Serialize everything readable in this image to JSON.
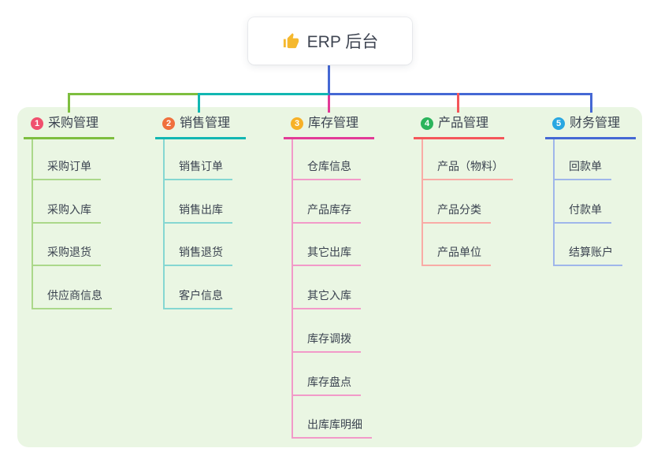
{
  "root": {
    "label": "ERP 后台",
    "icon": "thumbs-up",
    "icon_color": "#f5b82e"
  },
  "connector_colors": {
    "root_line": "#4568d4",
    "panel_background": "#eaf6e3"
  },
  "branches": [
    {
      "num": "1",
      "title": "采购管理",
      "badge_color": "#f0506e",
      "line_color": "#7ebe3f",
      "child_line_color": "#abd88a",
      "children": [
        "采购订单",
        "采购入库",
        "采购退货",
        "供应商信息"
      ]
    },
    {
      "num": "2",
      "title": "销售管理",
      "badge_color": "#f0703d",
      "line_color": "#12b7b2",
      "child_line_color": "#85d7d2",
      "children": [
        "销售订单",
        "销售出库",
        "销售退货",
        "客户信息"
      ]
    },
    {
      "num": "3",
      "title": "库存管理",
      "badge_color": "#f7b127",
      "line_color": "#e23a97",
      "child_line_color": "#f29ac9",
      "children": [
        "仓库信息",
        "产品库存",
        "其它出库",
        "其它入库",
        "库存调拨",
        "库存盘点",
        "出库库明细"
      ]
    },
    {
      "num": "4",
      "title": "产品管理",
      "badge_color": "#2bb45c",
      "line_color": "#f4565a",
      "child_line_color": "#f9aba6",
      "children": [
        "产品（物料）",
        "产品分类",
        "产品单位"
      ]
    },
    {
      "num": "5",
      "title": "财务管理",
      "badge_color": "#29a7e1",
      "line_color": "#4568d4",
      "child_line_color": "#9fb6ea",
      "children": [
        "回款单",
        "付款单",
        "结算账户"
      ]
    }
  ]
}
